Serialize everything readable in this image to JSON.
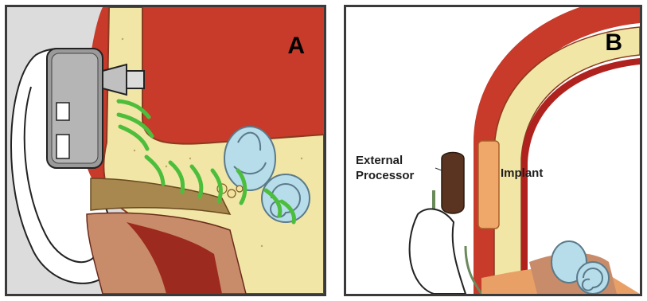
{
  "panels": [
    {
      "letter": "A"
    },
    {
      "letter": "B",
      "labels": {
        "external_line1": "External",
        "external_line2": "Processor",
        "implant": "Implant"
      }
    }
  ],
  "colors": {
    "skin": "#d9a36a",
    "bone": "#f3eab0",
    "flesh": "#b0221e",
    "muscle": "#a8884e",
    "inner_ear": "#b7dcea",
    "sound_waves": "#4cbe3c",
    "device": "#9a9a9a",
    "processor": "#5a3420",
    "implant": "#f0a86a"
  }
}
